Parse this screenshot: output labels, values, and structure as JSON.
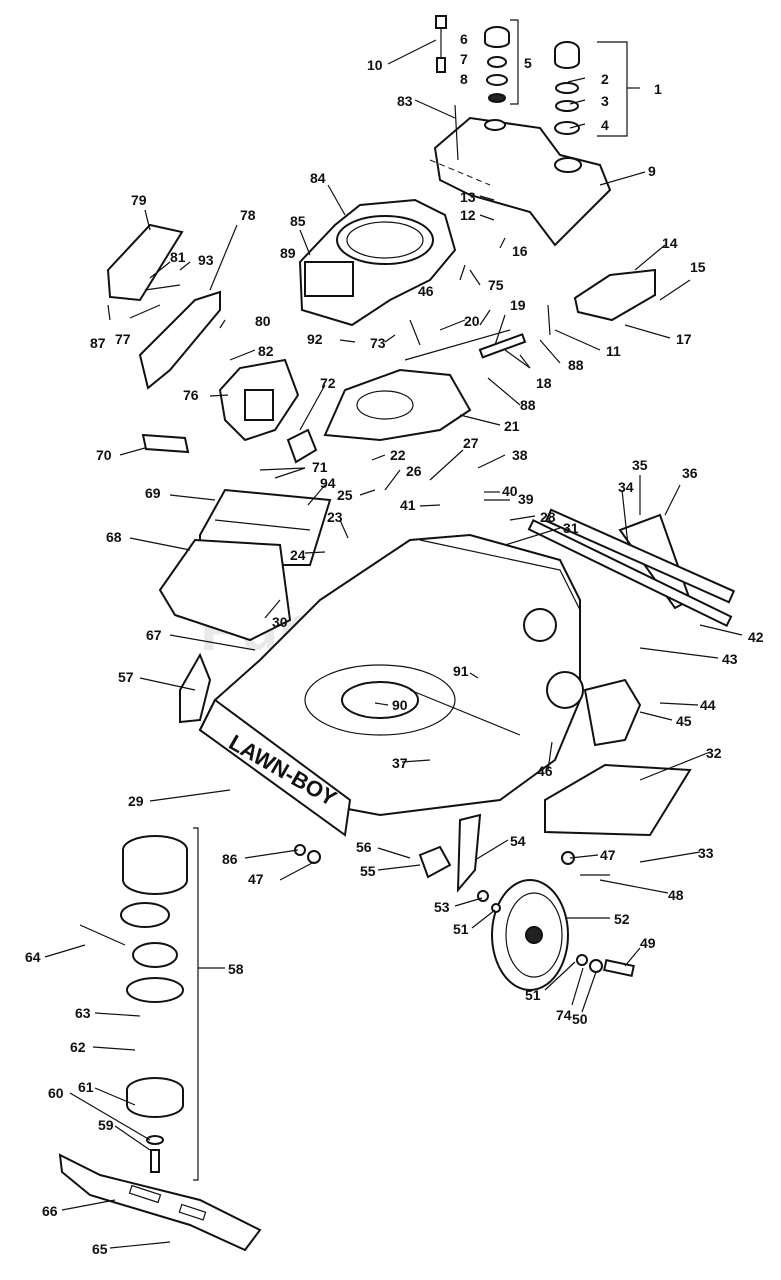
{
  "watermark": "PartsTree",
  "deck_brand": "LAWN-BOY",
  "callouts": [
    {
      "id": "c10",
      "text": "10"
    },
    {
      "id": "c6",
      "text": "6"
    },
    {
      "id": "c7",
      "text": "7"
    },
    {
      "id": "c8",
      "text": "8"
    },
    {
      "id": "c5",
      "text": "5"
    },
    {
      "id": "c1",
      "text": "1"
    },
    {
      "id": "c2",
      "text": "2"
    },
    {
      "id": "c3",
      "text": "3"
    },
    {
      "id": "c4",
      "text": "4"
    },
    {
      "id": "c83",
      "text": "83"
    },
    {
      "id": "c9",
      "text": "9"
    },
    {
      "id": "c84",
      "text": "84"
    },
    {
      "id": "c13",
      "text": "13"
    },
    {
      "id": "c12",
      "text": "12"
    },
    {
      "id": "c79",
      "text": "79"
    },
    {
      "id": "c78",
      "text": "78"
    },
    {
      "id": "c85",
      "text": "85"
    },
    {
      "id": "c16",
      "text": "16"
    },
    {
      "id": "c14",
      "text": "14"
    },
    {
      "id": "c15",
      "text": "15"
    },
    {
      "id": "c89",
      "text": "89"
    },
    {
      "id": "c75",
      "text": "75"
    },
    {
      "id": "c81",
      "text": "81"
    },
    {
      "id": "c93",
      "text": "93"
    },
    {
      "id": "c46a",
      "text": "46"
    },
    {
      "id": "c19",
      "text": "19"
    },
    {
      "id": "c17",
      "text": "17"
    },
    {
      "id": "c87",
      "text": "87"
    },
    {
      "id": "c77",
      "text": "77"
    },
    {
      "id": "c80",
      "text": "80"
    },
    {
      "id": "c20",
      "text": "20"
    },
    {
      "id": "c92",
      "text": "92"
    },
    {
      "id": "c73",
      "text": "73"
    },
    {
      "id": "c11",
      "text": "11"
    },
    {
      "id": "c88a",
      "text": "88"
    },
    {
      "id": "c82",
      "text": "82"
    },
    {
      "id": "c18",
      "text": "18"
    },
    {
      "id": "c76",
      "text": "76"
    },
    {
      "id": "c72",
      "text": "72"
    },
    {
      "id": "c88b",
      "text": "88"
    },
    {
      "id": "c21",
      "text": "21"
    },
    {
      "id": "c70",
      "text": "70"
    },
    {
      "id": "c22",
      "text": "22"
    },
    {
      "id": "c27",
      "text": "27"
    },
    {
      "id": "c38",
      "text": "38"
    },
    {
      "id": "c71",
      "text": "71"
    },
    {
      "id": "c26",
      "text": "26"
    },
    {
      "id": "c35",
      "text": "35"
    },
    {
      "id": "c36",
      "text": "36"
    },
    {
      "id": "c40",
      "text": "40"
    },
    {
      "id": "c94",
      "text": "94"
    },
    {
      "id": "c25",
      "text": "25"
    },
    {
      "id": "c39",
      "text": "39"
    },
    {
      "id": "c34",
      "text": "34"
    },
    {
      "id": "c69",
      "text": "69"
    },
    {
      "id": "c41",
      "text": "41"
    },
    {
      "id": "c28",
      "text": "28"
    },
    {
      "id": "c23",
      "text": "23"
    },
    {
      "id": "c31",
      "text": "31"
    },
    {
      "id": "c68",
      "text": "68"
    },
    {
      "id": "c24",
      "text": "24"
    },
    {
      "id": "c30",
      "text": "30"
    },
    {
      "id": "c42",
      "text": "42"
    },
    {
      "id": "c67",
      "text": "67"
    },
    {
      "id": "c43",
      "text": "43"
    },
    {
      "id": "c57",
      "text": "57"
    },
    {
      "id": "c91",
      "text": "91"
    },
    {
      "id": "c90",
      "text": "90"
    },
    {
      "id": "c44",
      "text": "44"
    },
    {
      "id": "c45",
      "text": "45"
    },
    {
      "id": "c37",
      "text": "37"
    },
    {
      "id": "c46b",
      "text": "46"
    },
    {
      "id": "c32",
      "text": "32"
    },
    {
      "id": "c29",
      "text": "29"
    },
    {
      "id": "c54",
      "text": "54"
    },
    {
      "id": "c86",
      "text": "86"
    },
    {
      "id": "c56",
      "text": "56"
    },
    {
      "id": "c47a",
      "text": "47"
    },
    {
      "id": "c33",
      "text": "33"
    },
    {
      "id": "c47b",
      "text": "47"
    },
    {
      "id": "c55",
      "text": "55"
    },
    {
      "id": "c48",
      "text": "48"
    },
    {
      "id": "c53",
      "text": "53"
    },
    {
      "id": "c52",
      "text": "52"
    },
    {
      "id": "c51a",
      "text": "51"
    },
    {
      "id": "c49",
      "text": "49"
    },
    {
      "id": "c64",
      "text": "64"
    },
    {
      "id": "c58",
      "text": "58"
    },
    {
      "id": "c51b",
      "text": "51"
    },
    {
      "id": "c74",
      "text": "74"
    },
    {
      "id": "c50",
      "text": "50"
    },
    {
      "id": "c63",
      "text": "63"
    },
    {
      "id": "c62",
      "text": "62"
    },
    {
      "id": "c61",
      "text": "61"
    },
    {
      "id": "c60",
      "text": "60"
    },
    {
      "id": "c59",
      "text": "59"
    },
    {
      "id": "c66",
      "text": "66"
    },
    {
      "id": "c65",
      "text": "65"
    }
  ]
}
